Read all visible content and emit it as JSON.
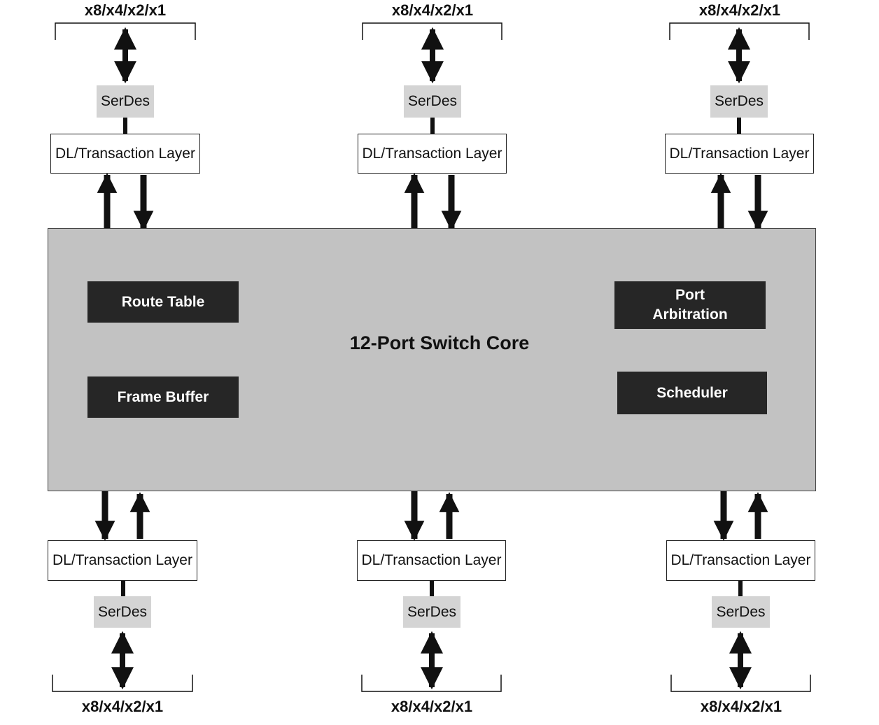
{
  "core": {
    "title": "12-Port Switch Core"
  },
  "blocks": {
    "route_table": "Route Table",
    "frame_buffer": "Frame Buffer",
    "port_arbitration_line1": "Port",
    "port_arbitration_line2": "Arbitration",
    "scheduler": "Scheduler"
  },
  "ports": [
    {
      "lane": "x8/x4/x2/x1",
      "serdes": "SerDes",
      "dl": "DL/Transaction Layer"
    },
    {
      "lane": "x8/x4/x2/x1",
      "serdes": "SerDes",
      "dl": "DL/Transaction Layer"
    },
    {
      "lane": "x8/x4/x2/x1",
      "serdes": "SerDes",
      "dl": "DL/Transaction Layer"
    },
    {
      "lane": "x8/x4/x2/x1",
      "serdes": "SerDes",
      "dl": "DL/Transaction Layer"
    },
    {
      "lane": "x8/x4/x2/x1",
      "serdes": "SerDes",
      "dl": "DL/Transaction Layer"
    },
    {
      "lane": "x8/x4/x2/x1",
      "serdes": "SerDes",
      "dl": "DL/Transaction Layer"
    }
  ]
}
